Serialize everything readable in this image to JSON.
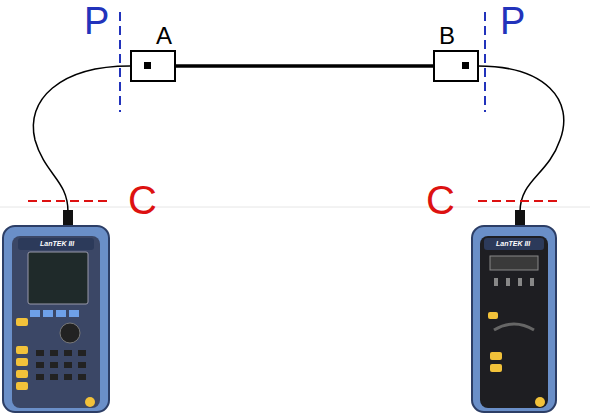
{
  "diagram": {
    "nodes": [
      {
        "text": [
          "A"
        ]
      },
      {
        "text": [
          "B"
        ]
      }
    ],
    "edges": [
      {
        "from": 0,
        "to": 1,
        "arrow": "none"
      }
    ],
    "labels": [
      "P",
      "P",
      "C",
      "C",
      "LanTEK III",
      "LanTEK III"
    ]
  }
}
